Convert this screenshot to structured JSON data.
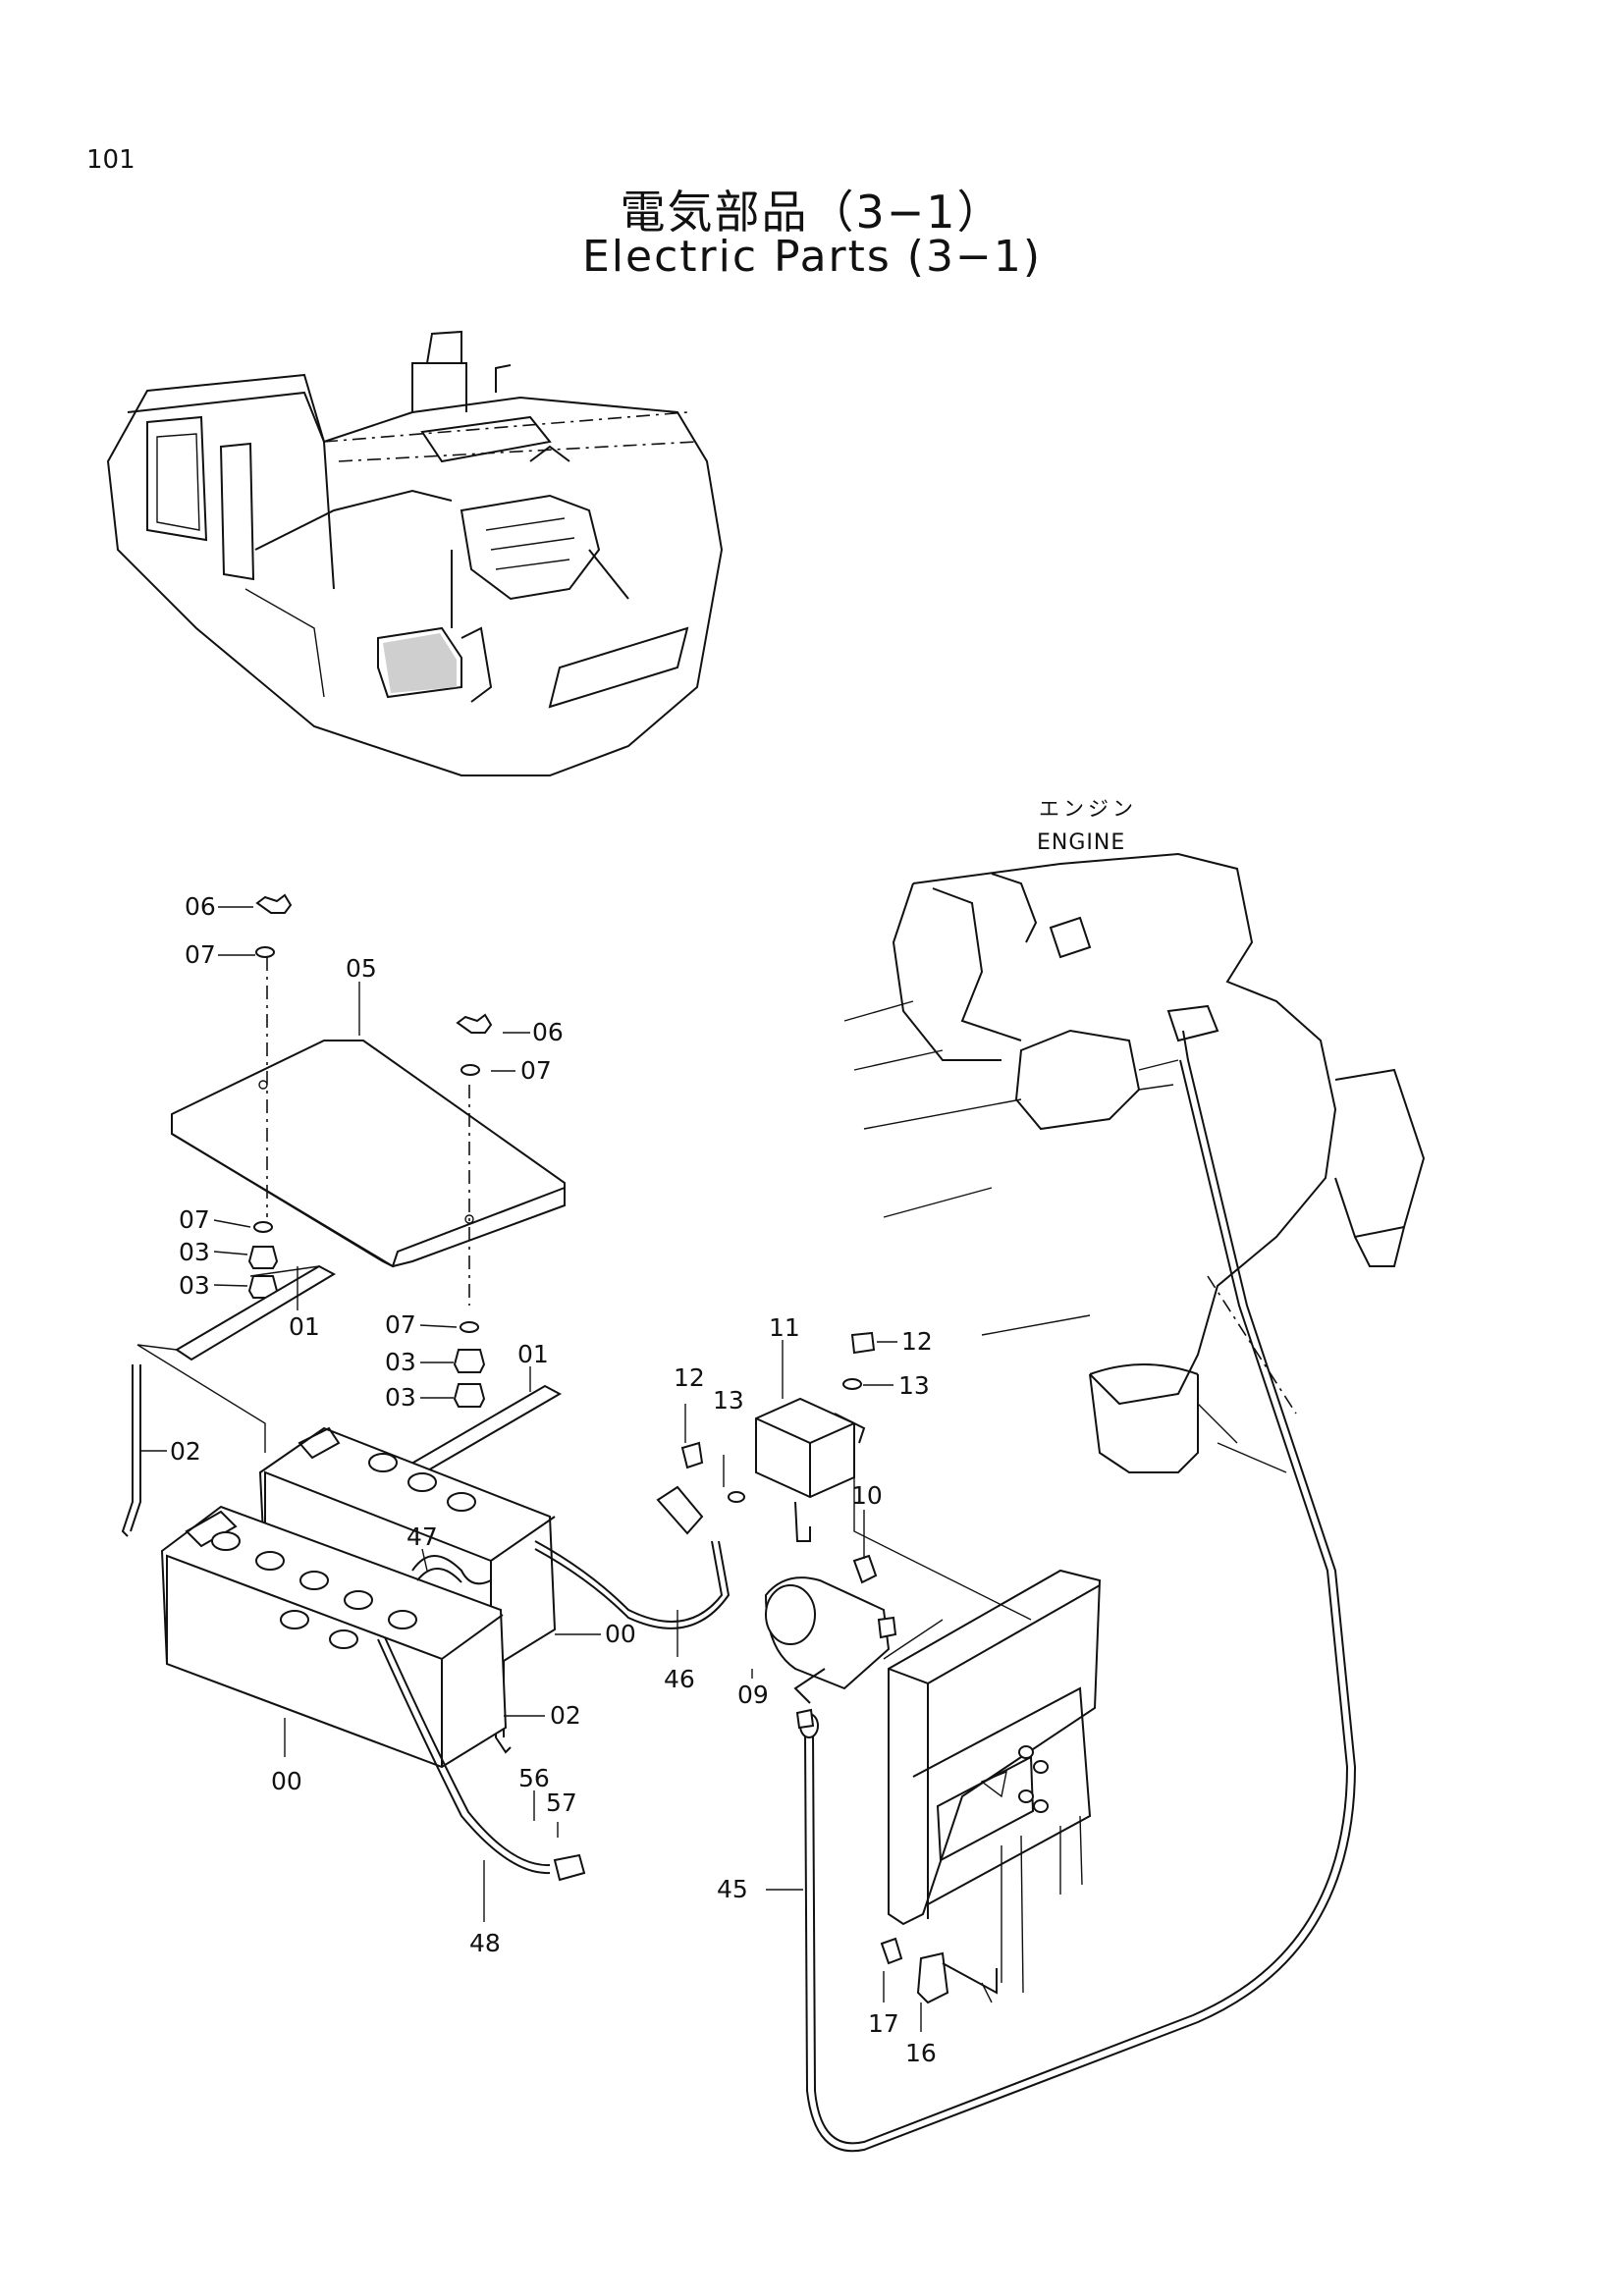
{
  "page": {
    "number": "101",
    "title_jp": "電気部品（3−1）",
    "title_en": "Electric Parts (3−1)"
  },
  "engine_label": {
    "jp": "エンジン",
    "en": "ENGINE"
  },
  "callouts": {
    "c06a": "06",
    "c07a": "07",
    "c05": "05",
    "c06b": "06",
    "c07b": "07",
    "c07c": "07",
    "c03a": "03",
    "c03b": "03",
    "c07d": "07",
    "c03c": "03",
    "c03d": "03",
    "c01a": "01",
    "c01b": "01",
    "c02a": "02",
    "c47": "47",
    "c00a": "00",
    "c02b": "02",
    "c00b": "00",
    "c56": "56",
    "c57": "57",
    "c48": "48",
    "c46": "46",
    "c11": "11",
    "c12a": "12",
    "c13a": "13",
    "c12b": "12",
    "c13b": "13",
    "c10": "10",
    "c09": "09",
    "c45": "45",
    "c17": "17",
    "c16": "16"
  }
}
